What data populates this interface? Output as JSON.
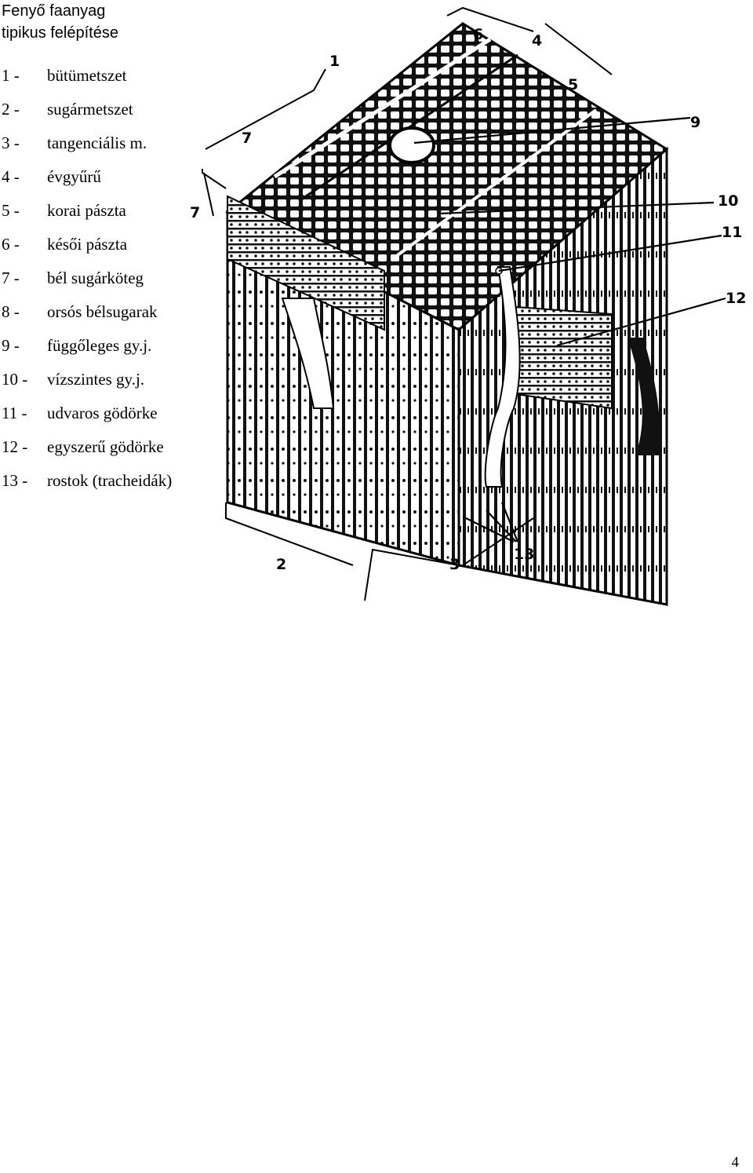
{
  "title": {
    "line1": "Fenyő faanyag",
    "line2": "tipikus felépítése"
  },
  "legend": [
    {
      "num": "1 -",
      "text": "bütümetszet"
    },
    {
      "num": "2 -",
      "text": "sugármetszet"
    },
    {
      "num": "3 -",
      "text": "tangenciális m."
    },
    {
      "num": "4 -",
      "text": "évgyűrű"
    },
    {
      "num": "5 -",
      "text": "korai pászta"
    },
    {
      "num": "6 -",
      "text": "késői pászta"
    },
    {
      "num": "7 -",
      "text": "bél sugárköteg"
    },
    {
      "num": "8 -",
      "text": "orsós bélsugarak"
    },
    {
      "num": "9 -",
      "text": "függőleges gy.j."
    },
    {
      "num": "10 -",
      "text": "vízszintes gy.j."
    },
    {
      "num": "11 -",
      "text": "udvaros gödörke"
    },
    {
      "num": "12 -",
      "text": "egyszerű gödörke"
    },
    {
      "num": "13 -",
      "text": "rostok (tracheidák)"
    }
  ],
  "figure_labels": {
    "l1": "1",
    "l2": "2",
    "l3": "3",
    "l4": "4",
    "l5": "5",
    "l6": "6",
    "l7a": "7",
    "l7b": "7",
    "l9": "9",
    "l10": "10",
    "l11": "11",
    "l12": "12",
    "l13": "13"
  },
  "page_number": "4"
}
